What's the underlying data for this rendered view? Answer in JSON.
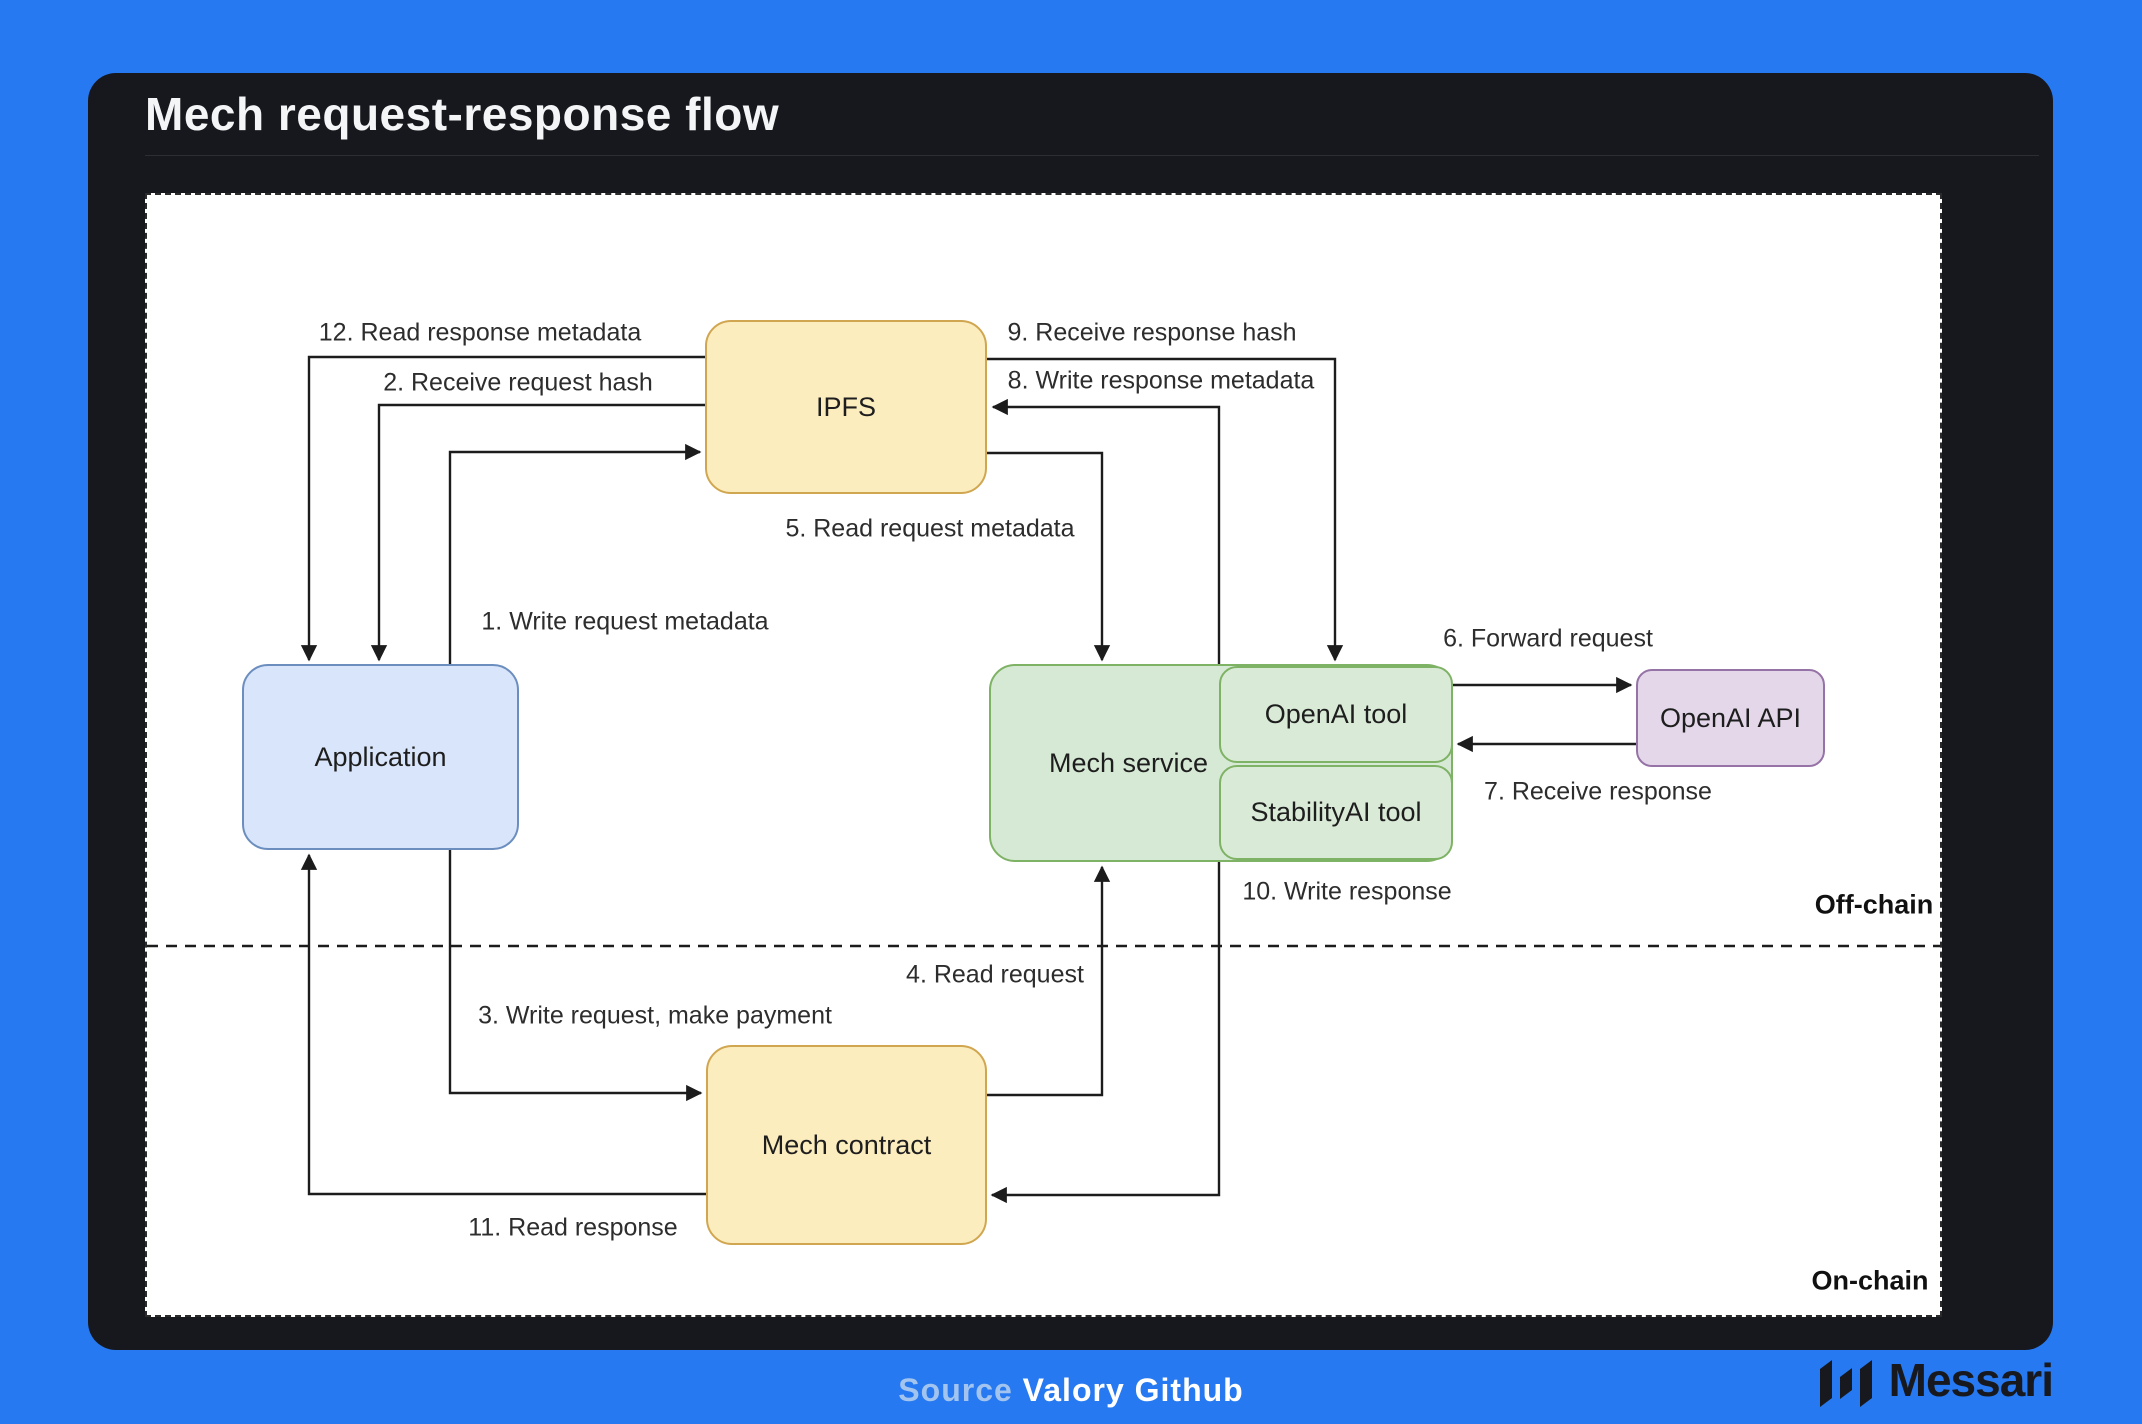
{
  "header": {
    "title": "Mech request-response flow"
  },
  "diagram": {
    "zones": {
      "off_chain": "Off-chain",
      "on_chain": "On-chain"
    },
    "nodes": {
      "ipfs": {
        "label": "IPFS",
        "color": "#fcedbf"
      },
      "application": {
        "label": "Application",
        "color": "#d8e5fa"
      },
      "mech_service": {
        "label": "Mech service",
        "color": "#d6e9d4"
      },
      "openai_tool": {
        "label": "OpenAI tool",
        "color": "#d9ebd7"
      },
      "stabilityai_tool": {
        "label": "StabilityAI tool",
        "color": "#d9ebd7"
      },
      "openai_api": {
        "label": "OpenAI API",
        "color": "#e3d7e9"
      },
      "mech_contract": {
        "label": "Mech contract",
        "color": "#fcedbf"
      }
    },
    "edge_labels": [
      "1. Write request metadata",
      "2. Receive request hash",
      "3. Write request, make payment",
      "4. Read request",
      "5. Read request metadata",
      "6. Forward request",
      "7. Receive response",
      "8. Write response metadata",
      "9. Receive response hash",
      "10. Write response",
      "11. Read response",
      "12. Read response metadata"
    ]
  },
  "footer": {
    "source_label": "Source",
    "source_name": "Valory Github",
    "brand_name": "Messari"
  },
  "colors": {
    "background": "#2679f1",
    "window": "#16181d",
    "panel": "#ffffff",
    "line": "#1c1c1c",
    "yellow_border": "#d1a650",
    "blue_border": "#6c8ebf",
    "green_border": "#7eb265",
    "purple_border": "#9673a6"
  }
}
